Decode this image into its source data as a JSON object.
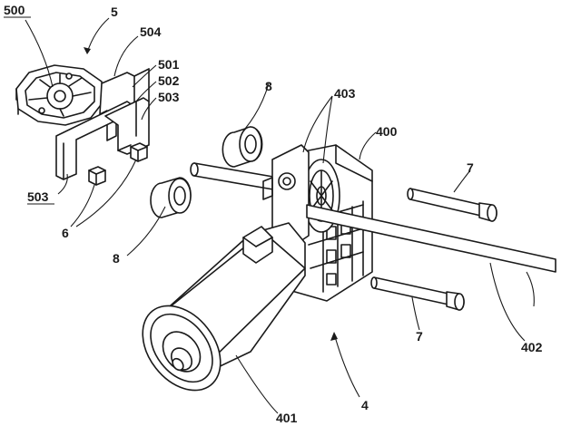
{
  "labels": {
    "l500": "500",
    "l5": "5",
    "l504": "504",
    "l501": "501",
    "l502": "502",
    "l503a": "503",
    "l503b": "503",
    "l6": "6",
    "l8a": "8",
    "l8b": "8",
    "l403": "403",
    "l400": "400",
    "l7a": "7",
    "l7b": "7",
    "l402": "402",
    "l401": "401",
    "l4": "4"
  }
}
